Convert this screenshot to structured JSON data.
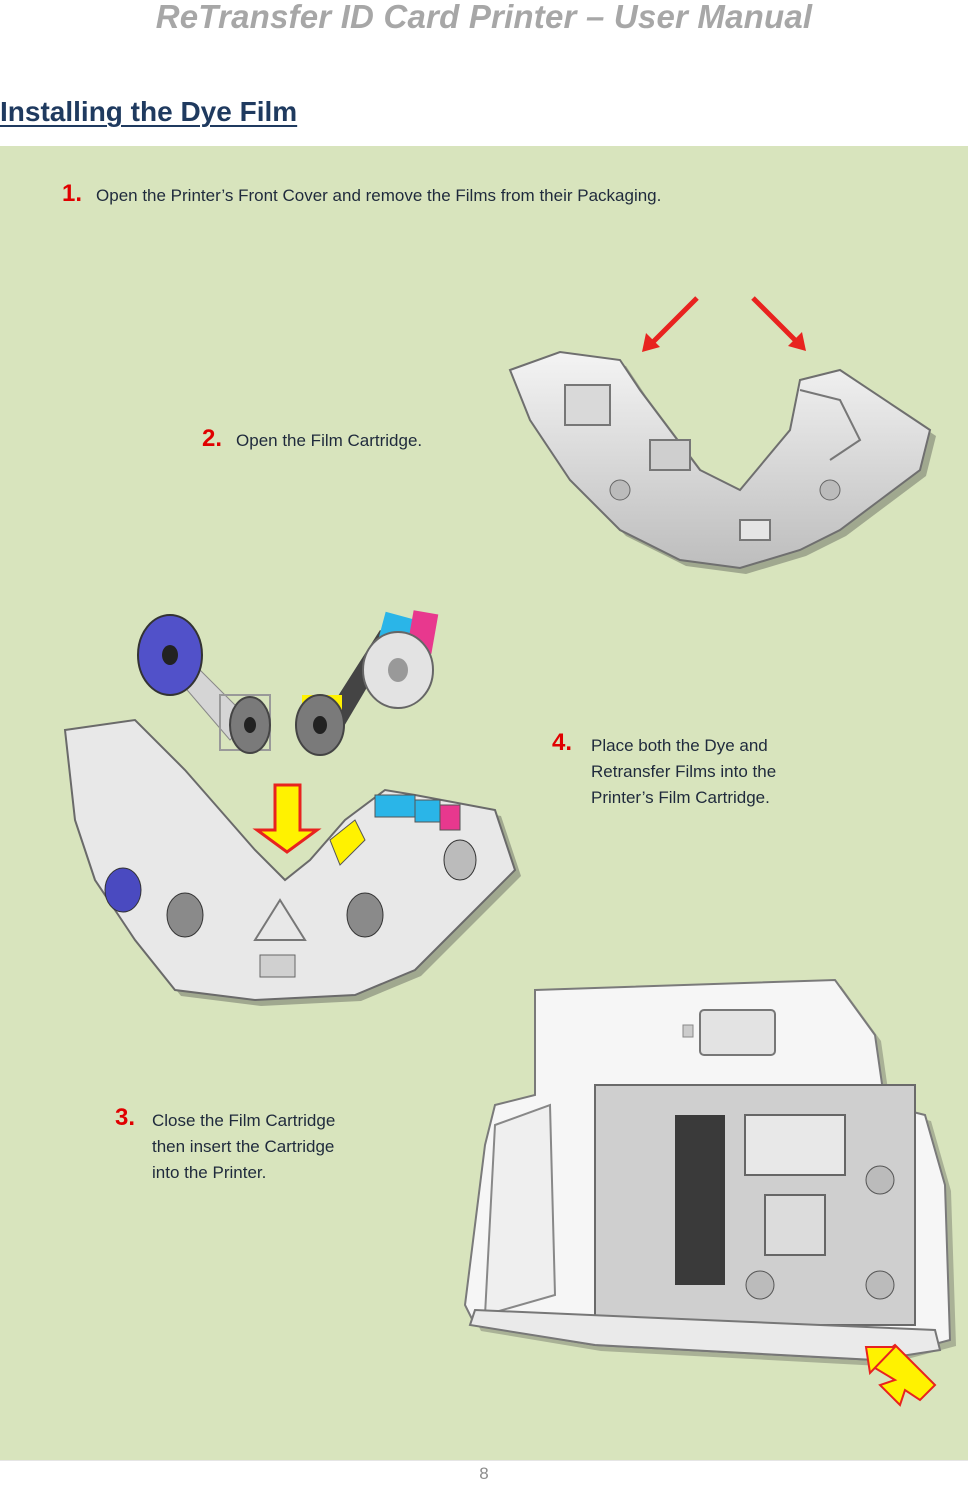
{
  "header": {
    "title": "ReTransfer ID Card Printer – User Manual"
  },
  "section": {
    "title": "Installing the Dye Film"
  },
  "steps": [
    {
      "number": "1.",
      "text": "Open the Printer’s Front Cover and remove the Films from their Packaging."
    },
    {
      "number": "2.",
      "text": "Open the Film Cartridge."
    },
    {
      "number": "4.",
      "text": "Place both the Dye and\nRetransfer Films into the\nPrinter’s Film Cartridge."
    },
    {
      "number": "3.",
      "text": "Close the Film Cartridge\nthen insert the Cartridge\ninto the Printer."
    }
  ],
  "footer": {
    "page_number": "8"
  },
  "colors": {
    "panel_background": "#d8e4bd",
    "step_number": "#e00000",
    "title": "#1f3a5f",
    "red_arrow": "#e8231f",
    "yellow_arrow": "#fff200"
  },
  "illustrations": [
    "open-film-cartridge-image",
    "dye-and-retransfer-film-rolls-image",
    "cartridge-with-films-image",
    "printer-with-open-front-cover-image"
  ]
}
